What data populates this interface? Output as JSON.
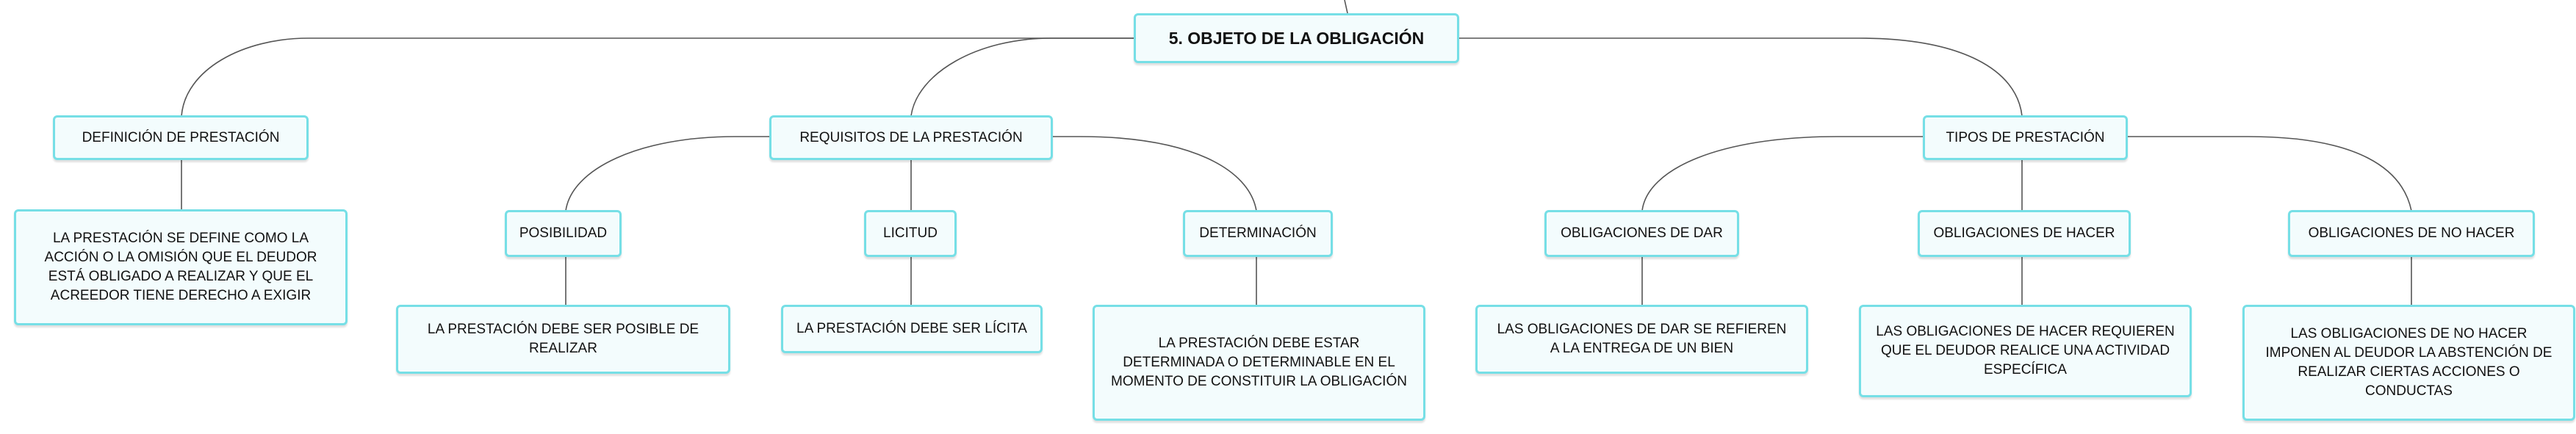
{
  "map": {
    "root": "5. OBJETO DE LA OBLIGACIÓN",
    "definicion": {
      "title": "DEFINICIÓN DE PRESTACIÓN",
      "text": "LA PRESTACIÓN SE DEFINE COMO LA ACCIÓN O LA OMISIÓN QUE EL DEUDOR ESTÁ OBLIGADO A REALIZAR Y QUE EL ACREEDOR TIENE DERECHO A EXIGIR"
    },
    "requisitos": {
      "title": "REQUISITOS DE LA PRESTACIÓN",
      "posibilidad": "POSIBILIDAD",
      "posibilidad_text": "LA PRESTACIÓN DEBE SER POSIBLE DE REALIZAR",
      "licitud": "LICITUD",
      "licitud_text": "LA PRESTACIÓN DEBE SER LÍCITA",
      "determinacion": "DETERMINACIÓN",
      "determinacion_text": "LA PRESTACIÓN DEBE ESTAR DETERMINADA O DETERMINABLE EN EL MOMENTO DE CONSTITUIR LA OBLIGACIÓN"
    },
    "tipos": {
      "title": "TIPOS DE PRESTACIÓN",
      "dar": "OBLIGACIONES DE DAR",
      "dar_text": "LAS OBLIGACIONES DE DAR SE REFIEREN A LA ENTREGA DE UN BIEN",
      "hacer": "OBLIGACIONES DE HACER",
      "hacer_text": "LAS OBLIGACIONES DE HACER REQUIEREN QUE EL DEUDOR REALICE UNA ACTIVIDAD ESPECÍFICA",
      "no_hacer": "OBLIGACIONES DE NO HACER",
      "no_hacer_text": "LAS OBLIGACIONES DE NO HACER IMPONEN AL DEUDOR LA ABSTENCIÓN DE REALIZAR CIERTAS ACCIONES O CONDUCTAS"
    }
  },
  "colors": {
    "node_border": "#76dfe6",
    "node_fill": "#f3fcfd",
    "connector": "#555555"
  }
}
